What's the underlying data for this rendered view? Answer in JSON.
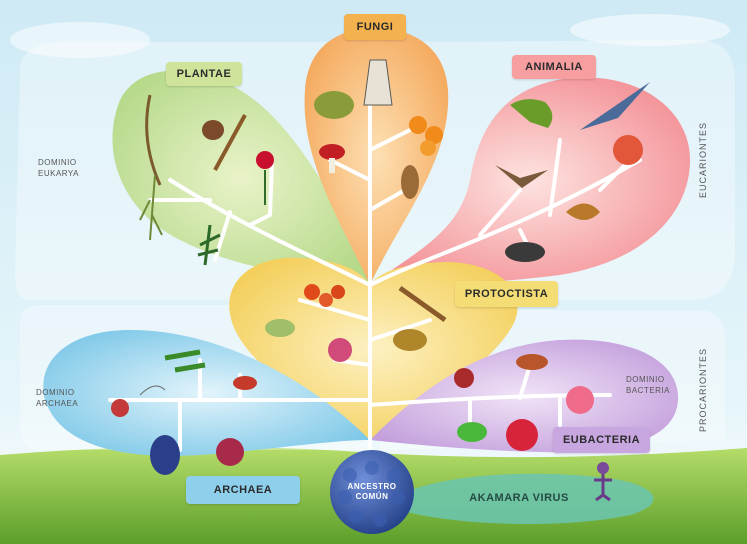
{
  "groups": {
    "plantae": "PLANTAE",
    "fungi": "FUNGI",
    "animalia": "ANIMALIA",
    "protoctista": "PROTOCTISTA",
    "eubacteria": "EUBACTERIA",
    "archaea": "ARCHAEA",
    "virus": "AKAMARA VIRUS"
  },
  "domains": {
    "eukarya_line1": "DOMINIO",
    "eukarya_line2": "EUKARYA",
    "archaea_line1": "DOMINIO",
    "archaea_line2": "ARCHAEA",
    "bacteria_line1": "DOMINIO",
    "bacteria_line2": "BACTERIA"
  },
  "side_labels": {
    "eucariontes": "EUCARIONTES",
    "procariontes": "PROCARIONTES"
  },
  "root": {
    "line1": "ANCESTRO",
    "line2": "COMÚN"
  },
  "colors": {
    "sky_top": "#9fd3e8",
    "grass": "#7fb83a",
    "plantae": "#cfe49a",
    "fungi": "#f3b24d",
    "animalia": "#f79ea0",
    "protoctista": "#f5dd76",
    "eubacteria": "#c8a6e0",
    "archaea": "#8ed0ec",
    "virus": "#6bc6b0",
    "ancestor": "#2e4f9a"
  }
}
